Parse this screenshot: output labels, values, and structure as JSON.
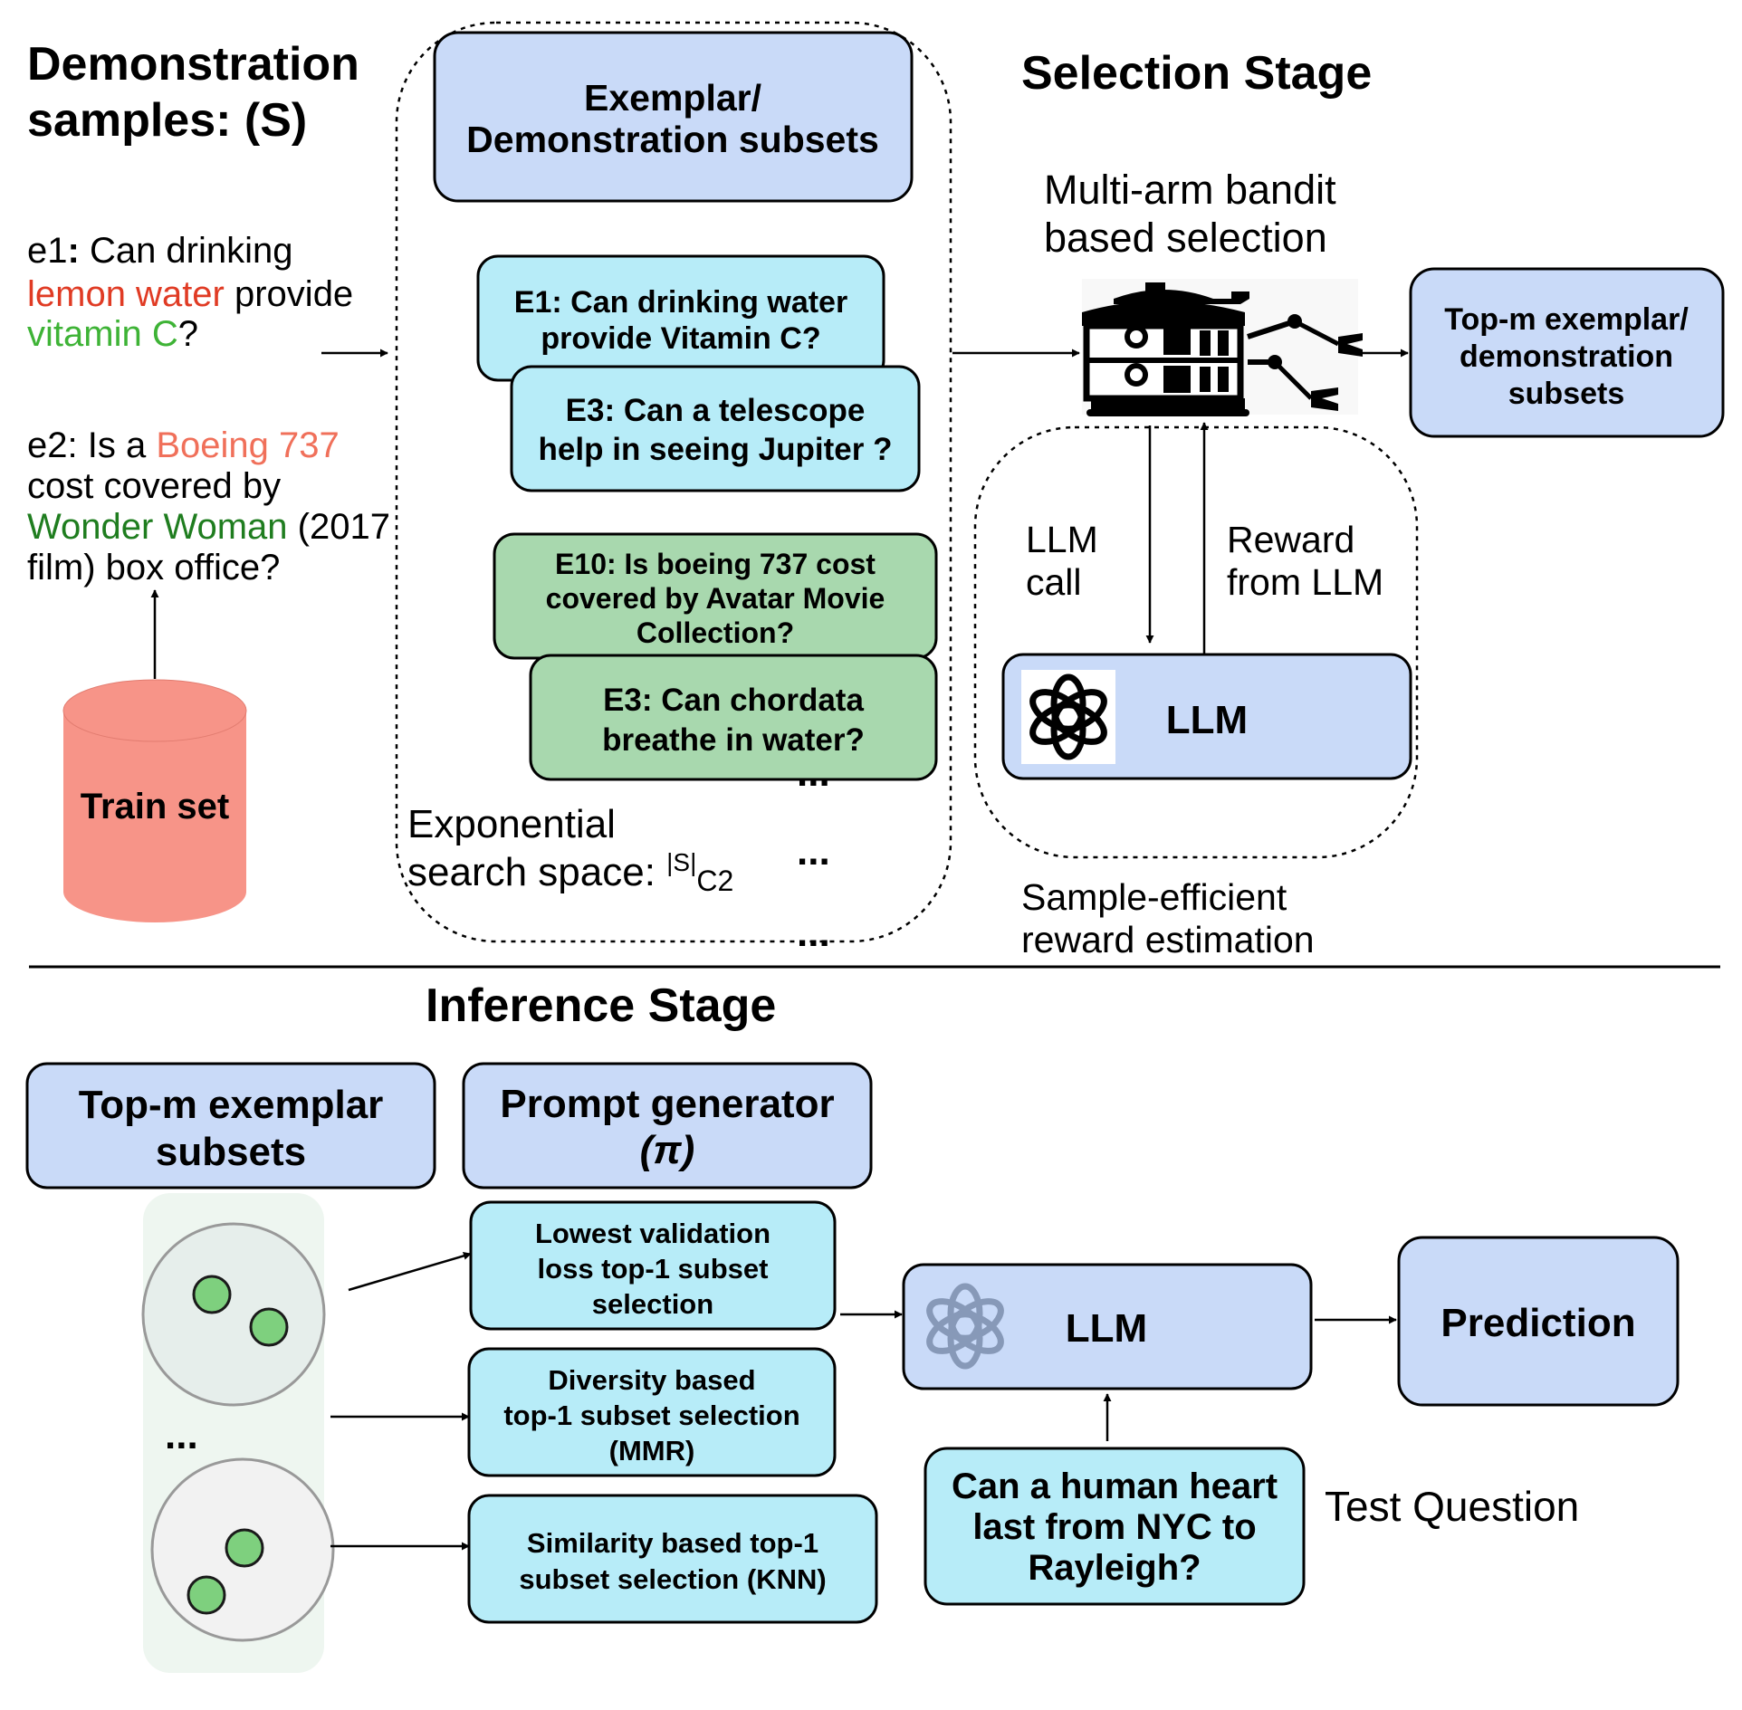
{
  "selection": {
    "demo_title": [
      "Demonstration",
      "samples: (S)"
    ],
    "e1": {
      "prefix": "e1",
      "colon": ":",
      "t1": " Can drinking",
      "red": "lemon water",
      "t2": " provide",
      "green": "vitamin C",
      "q": "?"
    },
    "e2": {
      "prefix": "e2: Is a ",
      "salmon": "Boeing 737",
      "t1": "cost covered by",
      "green": "Wonder Woman",
      "t2": " (2017",
      "t3": "film) box office?"
    },
    "train_set": "Train set",
    "subsets_title": [
      "Exemplar/",
      "Demonstration subsets"
    ],
    "card_e1": [
      "E1: Can drinking water",
      "provide Vitamin C?"
    ],
    "card_e3a": [
      "E3: Can a telescope",
      "help in seeing Jupiter ?"
    ],
    "card_e10": [
      "E10: Is boeing 737 cost",
      "covered by Avatar Movie",
      "Collection?"
    ],
    "card_e3b": [
      "E3: Can chordata",
      "breathe in water?"
    ],
    "ellipsis": "...",
    "space_label": [
      "Exponential",
      "search space: "
    ],
    "space_sup": "|S|",
    "space_sub": "C2",
    "stage_title": "Selection Stage",
    "bandit_label": [
      "Multi-arm bandit",
      "based selection"
    ],
    "topm_box": [
      "Top-m exemplar/",
      "demonstration",
      "subsets"
    ],
    "llm_call": [
      "LLM",
      "call"
    ],
    "reward": [
      "Reward",
      "from LLM"
    ],
    "llm_label": "LLM",
    "reward_est": [
      "Sample-efficient",
      "reward estimation"
    ]
  },
  "inference": {
    "stage_title": "Inference Stage",
    "topm_box": [
      "Top-m exemplar",
      "subsets"
    ],
    "prompt_gen": [
      "Prompt generator",
      "(π)"
    ],
    "method1": [
      "Lowest validation",
      "loss top-1 subset",
      "selection"
    ],
    "method2": [
      "Diversity based",
      "top-1 subset selection",
      "(MMR)"
    ],
    "method3": [
      "Similarity based top-1",
      "subset selection (KNN)"
    ],
    "ellipsis": "...",
    "llm_label": "LLM",
    "prediction": "Prediction",
    "question": [
      "Can a human heart",
      "last from NYC to",
      "Rayleigh?"
    ],
    "test_label": "Test Question"
  },
  "colors": {
    "blue_box": "#c9daf8",
    "cyan_box": "#b7ecf8",
    "green_box": "#a8d8ae",
    "train_red": "#f79488",
    "red_text": "#e03b24",
    "green_text": "#3eb336",
    "salmon_text": "#f0705a",
    "dark_green_text": "#1f7d1f"
  }
}
